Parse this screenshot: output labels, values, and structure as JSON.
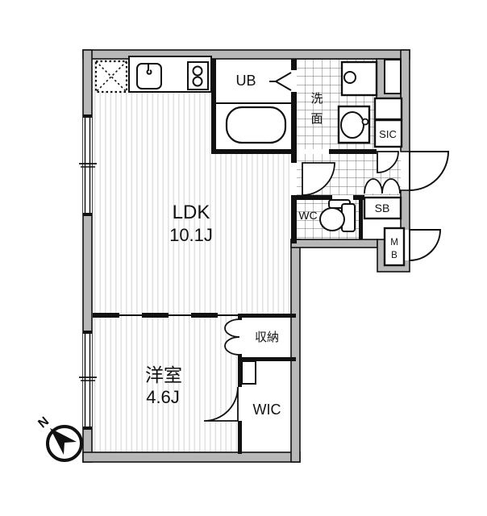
{
  "title": "apartment-floor-plan",
  "labels": {
    "ldk": "LDK",
    "ldk_size": "10.1J",
    "western": "洋室",
    "western_size": "4.6J",
    "ub": "UB",
    "wash_char1": "洗",
    "wash_char2": "面",
    "wc": "WC",
    "sic": "SIC",
    "sb": "SB",
    "mb_char1": "M",
    "mb_char2": "B",
    "storage": "収納",
    "wic": "WIC",
    "north": "N"
  },
  "rooms": [
    {
      "label": "LDK",
      "size": "10.1J"
    },
    {
      "label": "洋室",
      "size": "4.6J"
    },
    {
      "label": "UB"
    },
    {
      "label": "洗面"
    },
    {
      "label": "WC"
    },
    {
      "label": "SIC"
    },
    {
      "label": "SB"
    },
    {
      "label": "MB"
    },
    {
      "label": "収納"
    },
    {
      "label": "WIC"
    }
  ],
  "compass": {
    "label": "N",
    "direction": "northwest"
  },
  "colors": {
    "wall": "#b8b8b8",
    "line": "#111111",
    "floor_stripe": "#e2e2e2",
    "tile_line": "#6e6e6e",
    "background": "#ffffff"
  }
}
